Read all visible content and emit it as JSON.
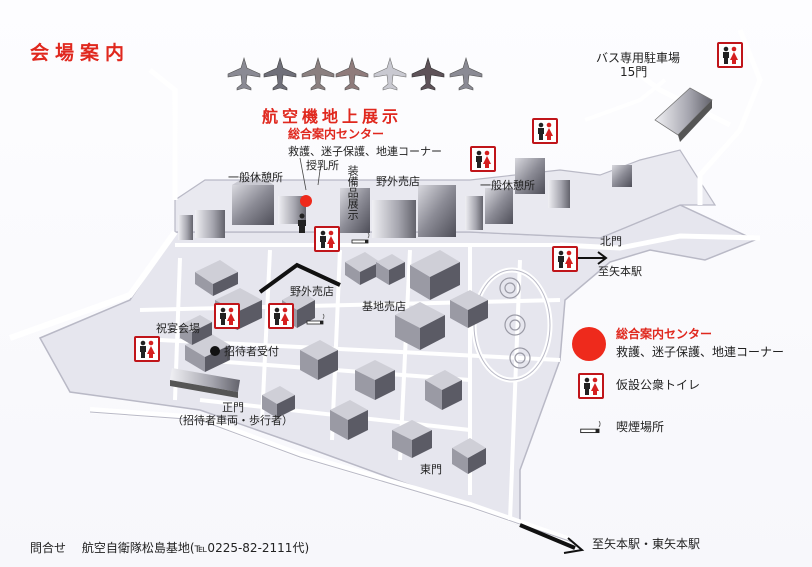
{
  "map": {
    "title": "会場案内",
    "display_title": "航空機地上展示",
    "info_center_title": "総合案内センター",
    "info_center_services": "救護、迷子保護、地連コーナー",
    "nursing_room": "授乳所",
    "equipment_display": "装備品展示",
    "rest_area_west": "一般休憩所",
    "rest_area_east": "一般休憩所",
    "outdoor_shop_north": "野外売店",
    "outdoor_shop_south": "野外売店",
    "base_shop": "基地売店",
    "bus_parking_line1": "バス専用駐車場",
    "bus_parking_line2": "15門",
    "north_gate": "北門",
    "to_yamoto_north": "至矢本駅",
    "banquet_hall": "祝宴会場",
    "guest_reception": "招待者受付",
    "main_gate": "正門",
    "main_gate_note": "（招待者車両・歩行者）",
    "east_gate": "東門",
    "to_stations": "至矢本駅・東矢本駅"
  },
  "legend": {
    "info_center_title": "総合案内センター",
    "info_center_services": "救護、迷子保護、地連コーナー",
    "toilet": "仮設公衆トイレ",
    "smoking": "喫煙場所"
  },
  "footer": {
    "contact_label": "問合せ",
    "contact_org": "航空自衛隊松島基地",
    "contact_tel": "(℡0225-82-2111代)"
  },
  "colors": {
    "accent_red": "#e0281e",
    "toilet_border": "#c0151a",
    "road": "#ffffff",
    "ground": "#e9e9f0",
    "building": "#8f8f98"
  },
  "icons": [
    "toilet-icon",
    "info-center-icon",
    "smoking-icon",
    "aircraft-icon",
    "arrow-icon",
    "reception-dot-icon"
  ]
}
